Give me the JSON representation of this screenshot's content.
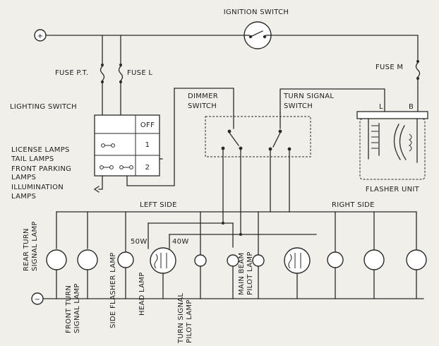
{
  "labels": {
    "ignition_switch": "IGNITION SWITCH",
    "fuse_pt": "FUSE P.T.",
    "fuse_l": "FUSE L",
    "fuse_m": "FUSE M",
    "lighting_switch": "LIGHTING SWITCH",
    "off": "OFF",
    "pos1": "1",
    "pos2": "2",
    "dimmer_switch_1": "DIMMER",
    "dimmer_switch_2": "SWITCH",
    "turn_signal_switch_1": "TURN SIGNAL",
    "turn_signal_switch_2": "SWITCH",
    "flasher_l": "L",
    "flasher_b": "B",
    "flasher_unit": "FLASHER UNIT",
    "license_lamps": "LICENSE LAMPS",
    "tail_lamps": "TAIL LAMPS",
    "front_parking_1": "FRONT PARKING",
    "front_parking_2": "LAMPS",
    "illumination_1": "ILLUMINATION",
    "illumination_2": "LAMPS",
    "left_side": "LEFT SIDE",
    "right_side": "RIGHT SIDE",
    "w50": "50W",
    "w40": "40W",
    "plus": "+",
    "minus": "−",
    "rear_turn_1": "REAR TURN",
    "rear_turn_2": "SIGNAL LAMP",
    "front_turn_1": "FRONT TURN",
    "front_turn_2": "SIGNAL LAMP",
    "side_flasher": "SIDE FLASHER LAMP",
    "head_lamp": "HEAD LAMP",
    "turn_pilot_1": "TURN SIGNAL",
    "turn_pilot_2": "PILOT LAMP",
    "main_beam_1": "MAIN BEAM",
    "main_beam_2": "PILOT LAMP"
  }
}
